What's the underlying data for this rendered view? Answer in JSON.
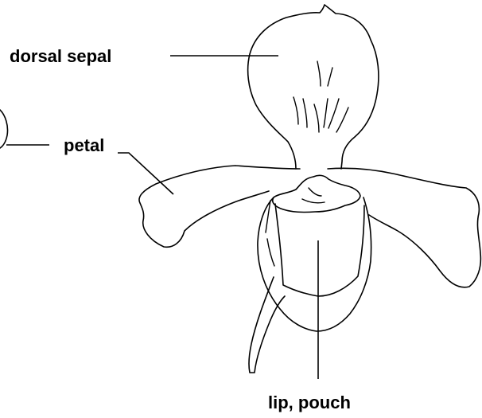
{
  "labels": {
    "dorsal_sepal": "dorsal sepal",
    "petal": "petal",
    "lip_pouch": "lip, pouch"
  },
  "colors": {
    "background": "#ffffff",
    "ink": "#000000"
  }
}
